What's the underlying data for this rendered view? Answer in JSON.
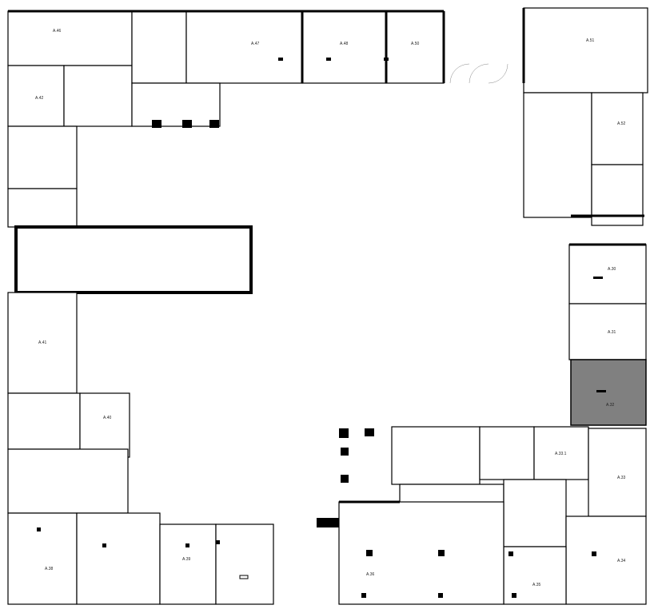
{
  "highlight_color": "#808080",
  "units": {
    "a46": "A.46",
    "a47": "A.47",
    "a48": "A.48",
    "a50": "A.50",
    "a51": "A.51",
    "a52": "A.52",
    "a42": "A.42",
    "a41": "A.41",
    "a40": "A.40",
    "a39": "A.39",
    "a38": "A.38",
    "a30": "A.30",
    "a31": "A.31",
    "a32": "A.32",
    "a33": "A.33",
    "a331": "A.33.1",
    "a34": "A.34",
    "a35": "A.35",
    "a36": "A.36"
  }
}
